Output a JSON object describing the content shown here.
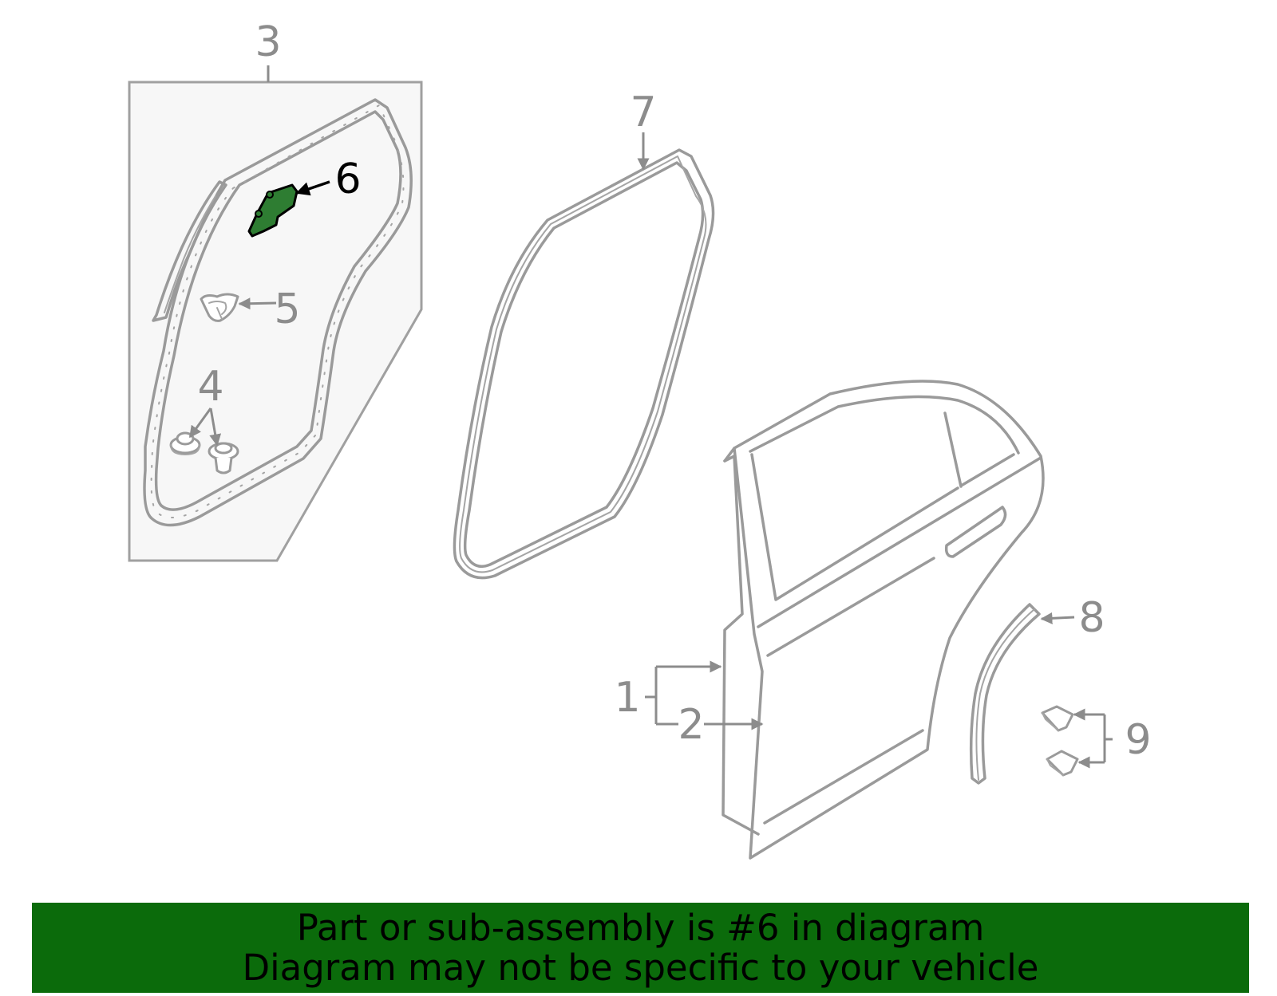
{
  "diagram": {
    "callouts": {
      "c1": "1",
      "c2": "2",
      "c3": "3",
      "c4": "4",
      "c5": "5",
      "c6": "6",
      "c7": "7",
      "c8": "8",
      "c9": "9"
    },
    "highlighted_callout": "6",
    "highlight_color": "#2e7d32",
    "line_color": "#9a9a9a"
  },
  "banner": {
    "line1": "Part or sub-assembly is #6 in diagram",
    "line2": "Diagram may not be specific to your vehicle",
    "background": "#0b6b0b"
  }
}
